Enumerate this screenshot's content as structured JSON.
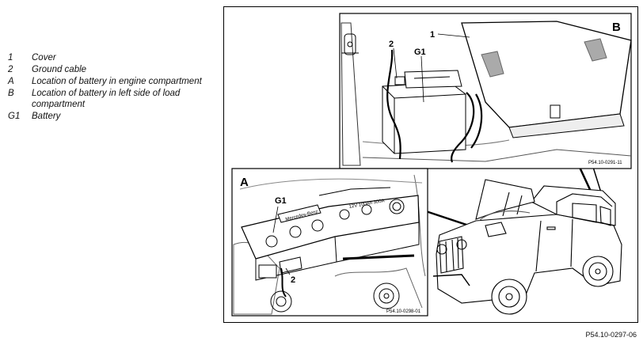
{
  "legend": [
    {
      "key": "1",
      "text": "Cover"
    },
    {
      "key": "2",
      "text": "Ground cable"
    },
    {
      "key": "A",
      "text": "Location of battery in engine compartment"
    },
    {
      "key": "B",
      "text": "Location of battery in left side of load compartment"
    },
    {
      "key": "G1",
      "text": "Battery"
    }
  ],
  "figure": {
    "panel_b": {
      "letter": "B",
      "ref": "P54.10-0291-11",
      "callouts": {
        "cover": "1",
        "ground_cable": "2",
        "battery": "G1"
      }
    },
    "panel_a": {
      "letter": "A",
      "ref": "P54.10-0298-01",
      "callouts": {
        "battery": "G1",
        "ground_cable": "2"
      },
      "battery_brand": "Mercedes-Benz",
      "battery_rating": "12V 100Ah 300A"
    }
  },
  "figure_ref": "P54.10-0297-06"
}
